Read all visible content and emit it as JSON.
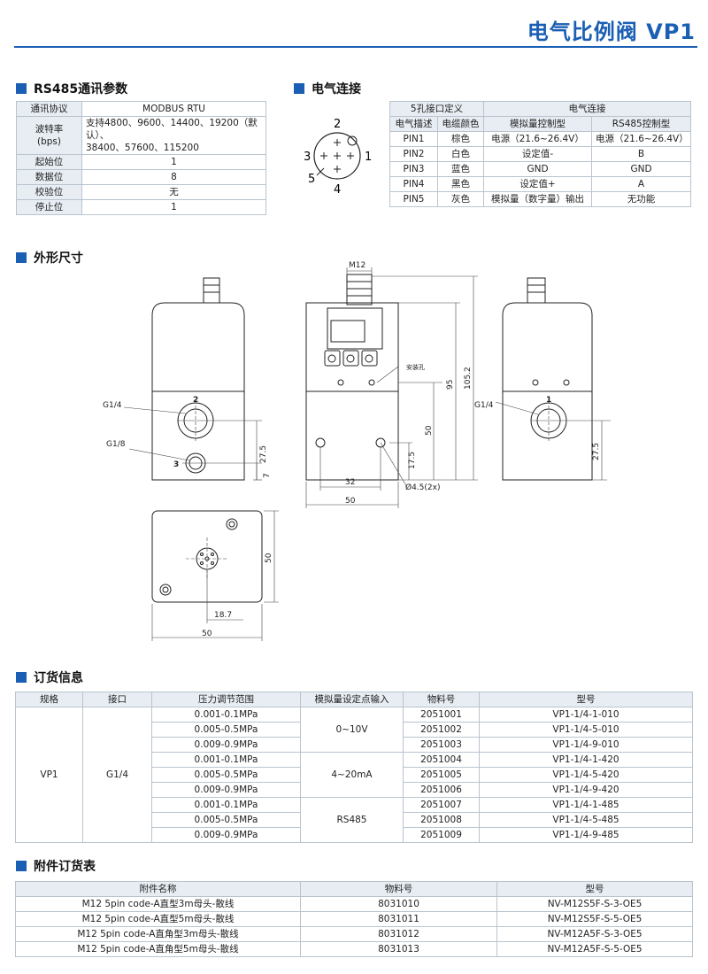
{
  "page": {
    "title": "电气比例阀 VP1"
  },
  "sections": {
    "rs485": "RS485通讯参数",
    "electrical": "电气连接",
    "dimensions": "外形尺寸",
    "ordering": "订货信息",
    "accessories": "附件订货表"
  },
  "rs485_table": {
    "rows": [
      {
        "k": "通讯协议",
        "v": "MODBUS RTU"
      },
      {
        "k": "波特率\n(bps)",
        "v": "支持4800、9600、14400、19200（默认）、\n38400、57600、115200"
      },
      {
        "k": "起始位",
        "v": "1"
      },
      {
        "k": "数据位",
        "v": "8"
      },
      {
        "k": "校验位",
        "v": "无"
      },
      {
        "k": "停止位",
        "v": "1"
      }
    ]
  },
  "connector": {
    "pins": [
      "2",
      "3",
      "1",
      "5",
      "4"
    ]
  },
  "elec_table": {
    "group_left": "5孔接口定义",
    "group_right": "电气连接",
    "headers": [
      "电气描述",
      "电缆颜色",
      "模拟量控制型",
      "RS485控制型"
    ],
    "rows": [
      [
        "PIN1",
        "棕色",
        "电源（21.6~26.4V）",
        "电源（21.6~26.4V）"
      ],
      [
        "PIN2",
        "白色",
        "设定值-",
        "B"
      ],
      [
        "PIN3",
        "蓝色",
        "GND",
        "GND"
      ],
      [
        "PIN4",
        "黑色",
        "设定值+",
        "A"
      ],
      [
        "PIN5",
        "灰色",
        "模拟量（数字量）输出",
        "无功能"
      ]
    ]
  },
  "drawing": {
    "m12": "M12",
    "mount_hole": "安装孔",
    "g14": "G1/4",
    "g18": "G1/8",
    "port2": "2",
    "port3": "3",
    "port1": "1",
    "d27_5": "27.5",
    "d7": "7",
    "d50": "50",
    "d17_5": "17.5",
    "d95": "95",
    "d105_2": "105.2",
    "d32": "32",
    "d45": "Ø4.5(2x)",
    "d18_7": "18.7"
  },
  "order_table": {
    "headers": [
      "规格",
      "接口",
      "压力调节范围",
      "模拟量设定点输入",
      "物料号",
      "型号"
    ],
    "spec": "VP1",
    "port": "G1/4",
    "inputs": [
      "0~10V",
      "4~20mA",
      "RS485"
    ],
    "rows": [
      [
        "0.001-0.1MPa",
        "2051001",
        "VP1-1/4-1-010"
      ],
      [
        "0.005-0.5MPa",
        "2051002",
        "VP1-1/4-5-010"
      ],
      [
        "0.009-0.9MPa",
        "2051003",
        "VP1-1/4-9-010"
      ],
      [
        "0.001-0.1MPa",
        "2051004",
        "VP1-1/4-1-420"
      ],
      [
        "0.005-0.5MPa",
        "2051005",
        "VP1-1/4-5-420"
      ],
      [
        "0.009-0.9MPa",
        "2051006",
        "VP1-1/4-9-420"
      ],
      [
        "0.001-0.1MPa",
        "2051007",
        "VP1-1/4-1-485"
      ],
      [
        "0.005-0.5MPa",
        "2051008",
        "VP1-1/4-5-485"
      ],
      [
        "0.009-0.9MPa",
        "2051009",
        "VP1-1/4-9-485"
      ]
    ]
  },
  "acc_table": {
    "headers": [
      "附件名称",
      "物料号",
      "型号"
    ],
    "rows": [
      [
        "M12 5pin code-A直型3m母头-散线",
        "8031010",
        "NV-M12S5F-S-3-OE5"
      ],
      [
        "M12 5pin code-A直型5m母头-散线",
        "8031011",
        "NV-M12S5F-S-5-OE5"
      ],
      [
        "M12 5pin code-A直角型3m母头-散线",
        "8031012",
        "NV-M12A5F-S-3-OE5"
      ],
      [
        "M12 5pin code-A直角型5m母头-散线",
        "8031013",
        "NV-M12A5F-S-5-OE5"
      ]
    ]
  }
}
